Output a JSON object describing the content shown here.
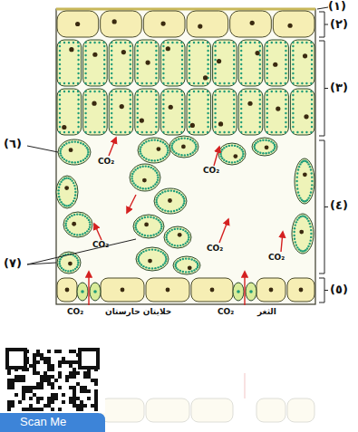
{
  "diagram": {
    "labels": [
      "(١)",
      "(٢)",
      "(٣)",
      "(٤)",
      "(٥)",
      "(٦)",
      "(٧)",
      "CO₂",
      "CO₂",
      "CO₂",
      "CO₂",
      "CO₂",
      "CO₂",
      "خلايتان حارستان",
      "CO₂",
      "الثغر",
      "Scan Me"
    ]
  }
}
